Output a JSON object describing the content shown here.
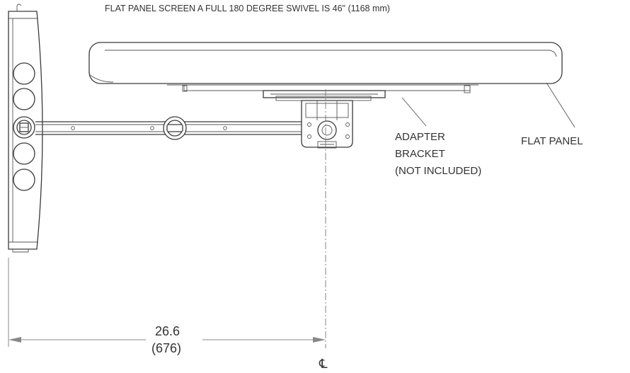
{
  "header_note": "FLAT PANEL SCREEN A FULL 180 DEGREE SWIVEL IS 46\" (1168 mm)",
  "callouts": {
    "adapter_bracket": [
      "ADAPTER",
      "BRACKET",
      "(NOT INCLUDED)"
    ],
    "flat_panel": "FLAT PANEL"
  },
  "dimension": {
    "inches": "26.6",
    "millimeters": "(676)"
  },
  "centerline_symbol": "℄"
}
